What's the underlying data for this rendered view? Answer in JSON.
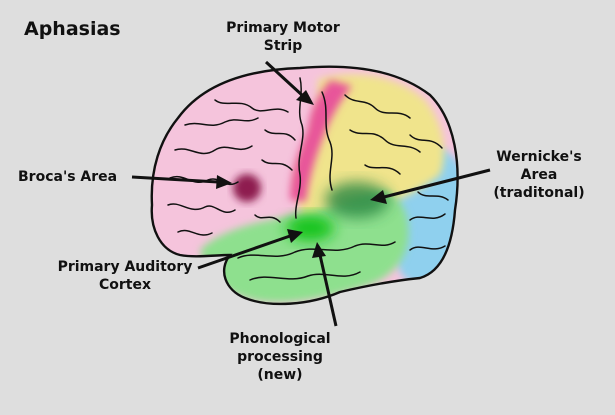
{
  "title": "Aphasias",
  "labels": {
    "motor": [
      "Primary Motor",
      "Strip"
    ],
    "broca": [
      "Broca's Area"
    ],
    "wernicke": [
      "Wernicke's",
      "Area",
      "(traditonal)"
    ],
    "auditory": [
      "Primary Auditory",
      "Cortex"
    ],
    "phono": [
      "Phonological",
      "processing",
      "(new)"
    ]
  },
  "colors": {
    "background": "#dedede",
    "frontal": "#f5c4dc",
    "motor_strip": "#e8559a",
    "broca": "#8e1a4f",
    "parietal": "#f0e48c",
    "temporal": "#8ee08e",
    "wernicke": "#2e8a44",
    "auditory": "#14c41e",
    "occipital": "#8fd0ee",
    "outline": "#111111"
  }
}
